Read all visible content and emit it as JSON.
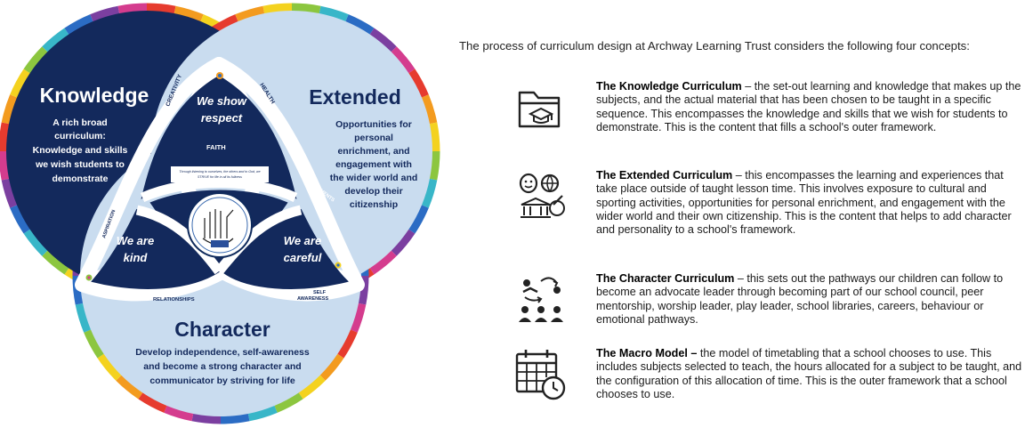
{
  "intro": "The process of curriculum design at Archway Learning Trust considers the following four concepts:",
  "colors": {
    "navy": "#13295c",
    "light_blue": "#c9dcef",
    "rim_colors": [
      "#e63b2e",
      "#f39b1f",
      "#f4d21f",
      "#8cc63f",
      "#38b6c8",
      "#2b6cc4",
      "#7b3fa0",
      "#d43c8e"
    ]
  },
  "diagram": {
    "knowledge": {
      "title": "Knowledge",
      "lines": [
        "A rich broad",
        "curriculum:",
        "Knowledge and skills",
        "we wish students to",
        "demonstrate"
      ]
    },
    "extended": {
      "title": "Extended",
      "lines": [
        "Opportunities for",
        "personal",
        "enrichment, and",
        "engagement with",
        "the wider world and",
        "develop their",
        "citizenship"
      ]
    },
    "character": {
      "title": "Character",
      "lines": [
        "Develop independence, self-awareness",
        "and become a strong character and",
        "communicator by striving for life"
      ]
    },
    "values": {
      "respect": [
        "We show",
        "respect"
      ],
      "kind": [
        "We are",
        "kind"
      ],
      "careful": [
        "We are",
        "careful"
      ]
    },
    "band_words": {
      "creativity": "CREATIVITY",
      "health": "HEALTH",
      "faith": "FAITH",
      "aspiration": "ASPIRATION",
      "achievements": "ACHIEVEMENTS",
      "relationships": "RELATIONSHIPS",
      "self": "SELF",
      "awareness": "AWARENESS"
    },
    "centre_quote": [
      "Through listening to ourselves, the others and to God, we",
      "STRIVE for life in all its fullness"
    ]
  },
  "concepts": [
    {
      "icon": "folder-graduation-cap-icon",
      "title": "The Knowledge Curriculum",
      "body": " – the set-out learning and knowledge that makes up the subjects, and the actual material that has been chosen to be taught in a specific sequence. This encompasses the knowledge and skills that we wish for students to demonstrate. This is the content that fills a school's outer framework."
    },
    {
      "icon": "culture-sport-art-icon",
      "title": "The Extended Curriculum",
      "body": " – this encompasses the learning and experiences that take place outside of taught lesson time. This involves exposure to cultural and sporting activities, opportunities for personal enrichment, and engagement with the wider world and their own citizenship. This is the content that helps to add character and personality to a school's framework."
    },
    {
      "icon": "mentoring-group-icon",
      "title": "The Character Curriculum",
      "body": " – this sets out the pathways our children can follow to become an advocate leader through becoming part of our school council, peer mentorship, worship leader, play leader, school libraries, careers, behaviour or emotional pathways."
    },
    {
      "icon": "calendar-clock-icon",
      "title": "The Macro Model –",
      "body": " the model of timetabling that a school chooses to use. This includes subjects selected to teach, the hours allocated for a subject to be taught, and the configuration of this allocation of time. This is the outer framework that a school chooses to use."
    }
  ]
}
